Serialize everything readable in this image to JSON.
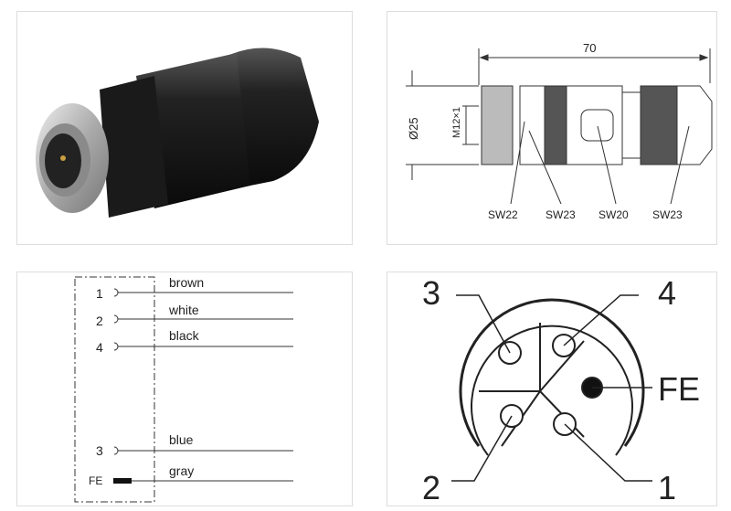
{
  "dimensions": {
    "length": "70",
    "diameter": "Ø25",
    "thread": "M12×1",
    "wrench_sizes": [
      "SW22",
      "SW23",
      "SW20",
      "SW23"
    ]
  },
  "wiring": {
    "pins": [
      {
        "pin": "1",
        "color": "brown"
      },
      {
        "pin": "2",
        "color": "white"
      },
      {
        "pin": "4",
        "color": "black"
      },
      {
        "pin": "3",
        "color": "blue"
      },
      {
        "pin": "FE",
        "color": "gray"
      }
    ]
  },
  "pinout": {
    "labels": [
      "3",
      "4",
      "FE",
      "2",
      "1"
    ]
  }
}
